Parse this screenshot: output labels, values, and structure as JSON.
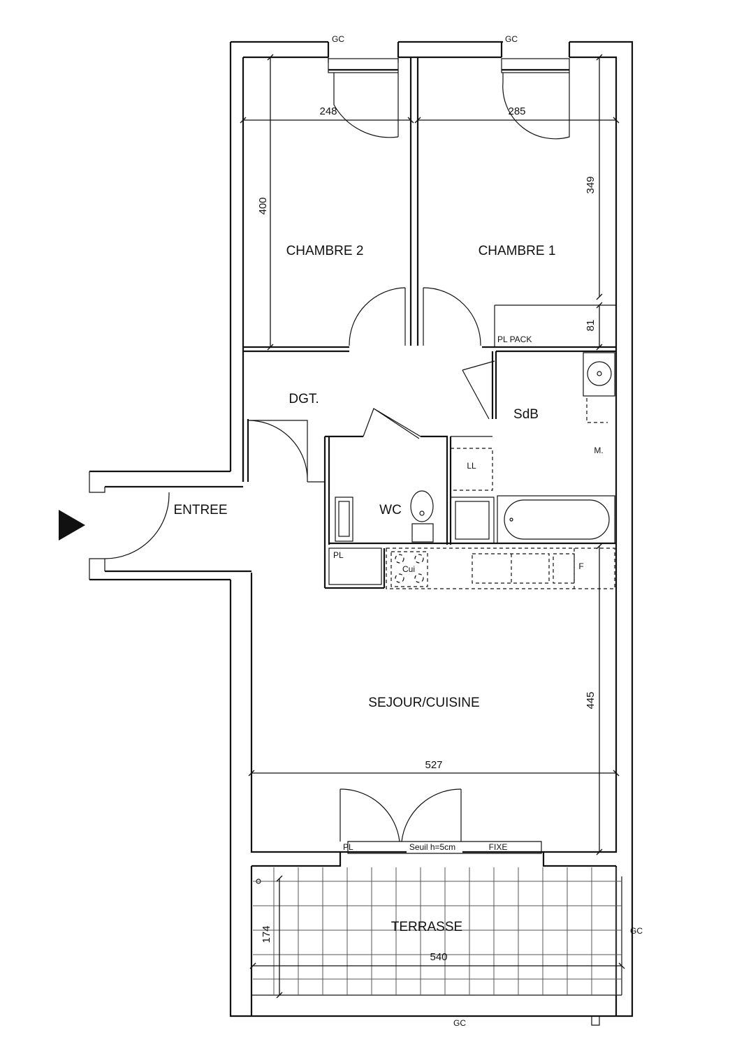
{
  "rooms": {
    "chambre2": "CHAMBRE 2",
    "chambre1": "CHAMBRE 1",
    "dgt": "DGT.",
    "sdb": "SdB",
    "wc": "WC",
    "entree": "ENTREE",
    "sejour": "SEJOUR/CUISINE",
    "terrasse": "TERRASSE"
  },
  "dimensions": {
    "chambre2_width": "248",
    "chambre1_width": "285",
    "chambre2_depth": "400",
    "chambre1_depth": "349",
    "placard_depth": "81",
    "sejour_depth": "445",
    "sejour_width": "527",
    "terrasse_depth": "174",
    "terrasse_width": "540"
  },
  "annotations": {
    "gc_top_left": "GC",
    "gc_top_right": "GC",
    "gc_right": "GC",
    "gc_bottom": "GC",
    "pl_pack": "PL PACK",
    "ll": "LL",
    "m": "M.",
    "pl_wc": "PL",
    "cui": "Cui",
    "f": "F",
    "pl_door": "PL",
    "seuil": "Seuil h=5cm",
    "fixe": "FIXE"
  }
}
